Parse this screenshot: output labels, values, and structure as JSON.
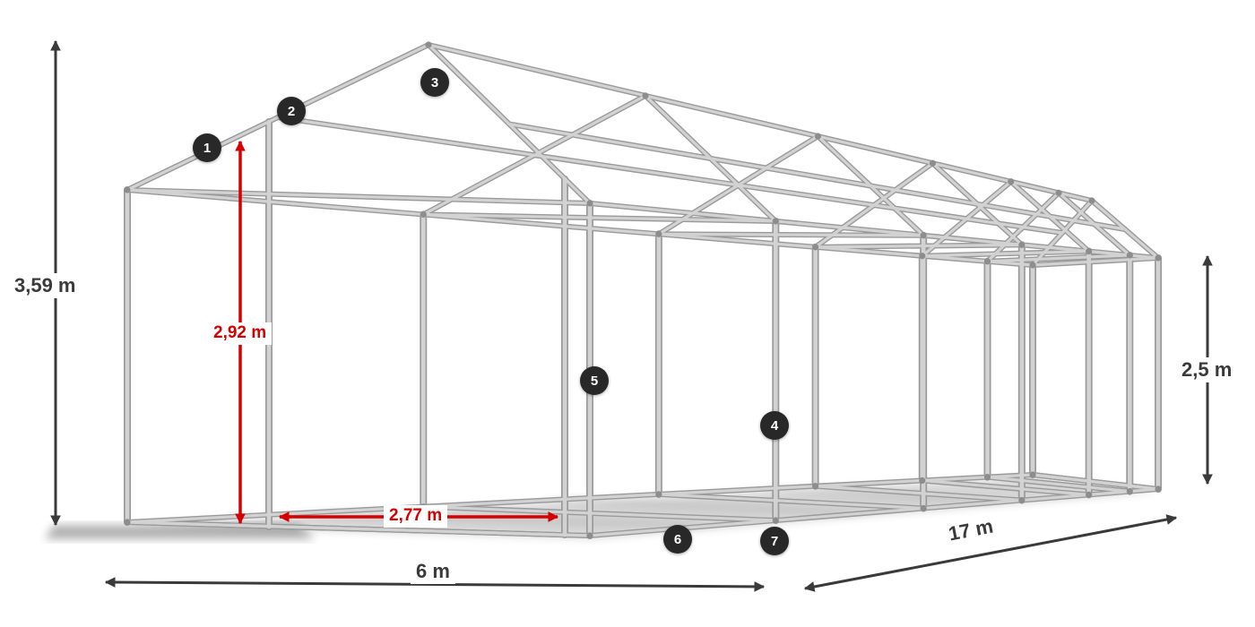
{
  "diagram": {
    "dimensions": {
      "total_height": "3,59 m",
      "entrance_height": "2,92 m",
      "entrance_width": "2,77 m",
      "width": "6 m",
      "length": "17 m",
      "side_height": "2,5 m"
    },
    "badges": [
      "1",
      "2",
      "3",
      "4",
      "5",
      "6",
      "7"
    ],
    "colors": {
      "accent_red": "#d60000",
      "arrow_dark": "#3a3a3a",
      "badge_bg": "#282828",
      "tube_light": "#d2d2d2",
      "tube_dark": "#9a9a9a"
    }
  }
}
